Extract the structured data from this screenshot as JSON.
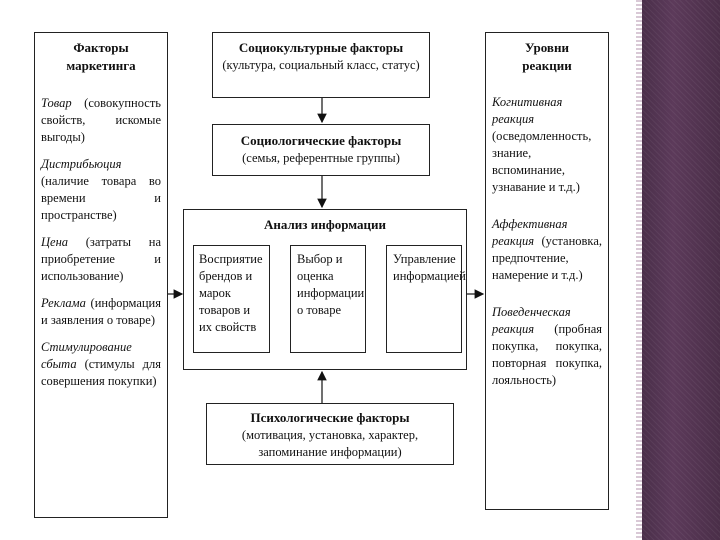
{
  "left": {
    "title_line1": "Факторы",
    "title_line2": "маркетинга",
    "items": [
      {
        "title": "Товар",
        "text": "(совокупность свойств, искомые выгоды)"
      },
      {
        "title": "Дистрибьюция",
        "text": "(наличие товара во времени и пространстве)"
      },
      {
        "title": "Цена",
        "text": "(затраты на приобретение и использование)"
      },
      {
        "title": "Реклама",
        "text": "(информация и заявления о товаре)"
      },
      {
        "title": "Стимулирование сбыта",
        "text": "(стимулы для совершения покупки)"
      }
    ]
  },
  "sociocultural": {
    "title": "Социокультурные факторы",
    "text": "(культура, социальный класс, статус)"
  },
  "sociological": {
    "title": "Социологические факторы",
    "text": "(семья, референтные группы)"
  },
  "analysis": {
    "title": "Анализ информации",
    "perception": "Восприятие брендов и марок товаров и их свойств",
    "choice": "Выбор и оценка информации о товаре",
    "management": "Управление информацией"
  },
  "psychological": {
    "title": "Психологические факторы",
    "text": "(мотивация, установка, характер, запоминание информации)"
  },
  "right": {
    "title_line1": "Уровни",
    "title_line2": "реакции",
    "items": [
      {
        "title": "Когнитивная реакция",
        "text": "(осведомленность, знание, вспоминание, узнавание и т.д.)"
      },
      {
        "title": "Аффективная реакция",
        "text": "(установка, предпочтение, намерение и т.д.)"
      },
      {
        "title": "Поведенческая реакция",
        "text": "(пробная покупка, покупка, повторная покупка, лояльность)"
      }
    ]
  }
}
